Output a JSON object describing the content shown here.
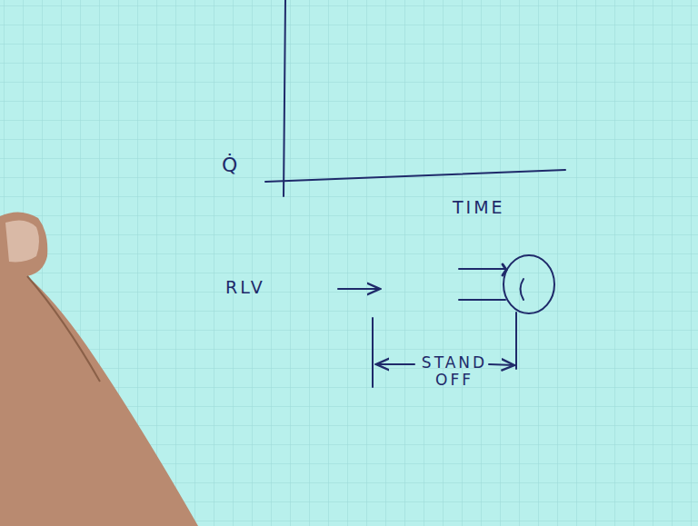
{
  "diagram": {
    "labels": [
      "Q̇",
      "TIME",
      "RLV",
      "STAND OFF"
    ]
  }
}
